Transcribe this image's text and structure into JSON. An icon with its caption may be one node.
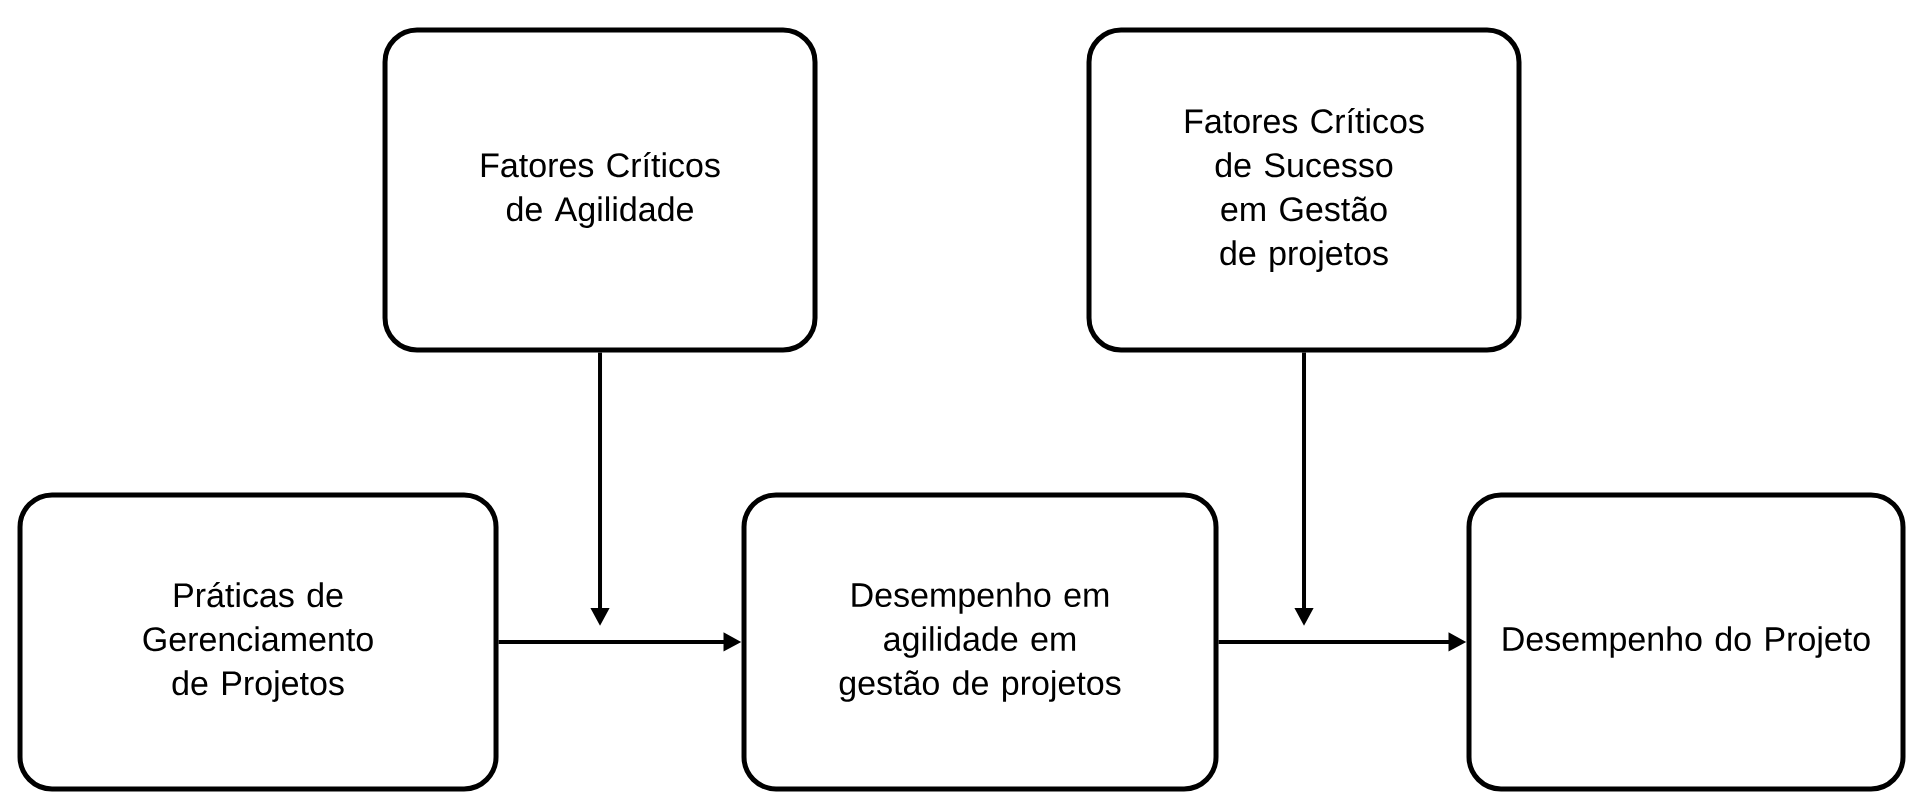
{
  "diagram": {
    "nodes": [
      {
        "text": [
          "Fatores Críticos de Agilidade"
        ]
      },
      {
        "text": [
          "Fatores Críticos de Sucesso em Gestão de projetos"
        ]
      },
      {
        "text": [
          "Práticas de Gerenciamento de Projetos"
        ]
      },
      {
        "text": [
          "Desempenho em agilidade em gestão de projetos"
        ]
      },
      {
        "text": [
          "Desempenho do Projeto"
        ]
      }
    ],
    "edges": [
      {
        "from": 2,
        "to": 3,
        "arrow": "to"
      },
      {
        "from": 3,
        "to": 4,
        "arrow": "to"
      },
      {
        "from": 0,
        "to": null,
        "arrow": "to"
      },
      {
        "from": 1,
        "to": null,
        "arrow": "to"
      }
    ]
  }
}
